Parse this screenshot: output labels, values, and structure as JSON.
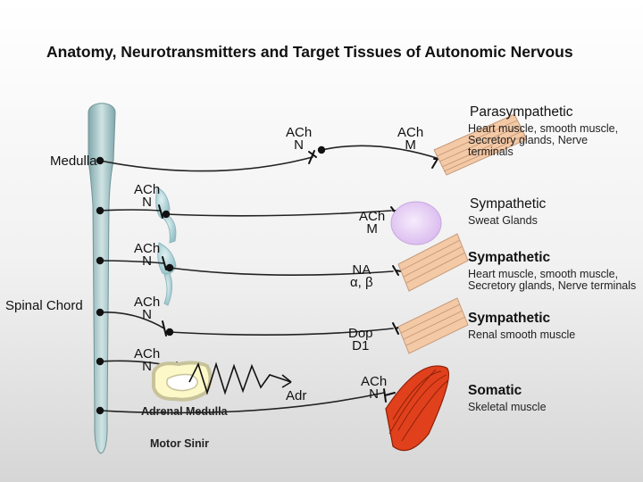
{
  "title": "Anatomy, Neurotransmitters and Target Tissues of Autonomic Nervous",
  "left_labels": {
    "medulla": "Medulla",
    "spinal_chord": "Spinal Chord"
  },
  "neuron_labels": {
    "ach_n_top": [
      "ACh",
      "N"
    ],
    "ach_m_top": [
      "ACh",
      "M"
    ],
    "ach_n_2": [
      "ACh",
      "N"
    ],
    "ach_m_2": [
      "ACh",
      "M"
    ],
    "ach_n_3": [
      "ACh",
      "N"
    ],
    "na_ab": [
      "NA",
      "α, β"
    ],
    "ach_n_4": [
      "ACh",
      "N"
    ],
    "dop_d1": [
      "Dop",
      "D1"
    ],
    "ach_n_5": [
      "ACh",
      "N"
    ],
    "adr": "Adr",
    "ach_n_somatic": [
      "ACh",
      "N"
    ]
  },
  "structures": {
    "adrenal_medulla": "Adrenal Medulla",
    "motor_sinir": "Motor Sinir"
  },
  "divisions": [
    {
      "heading": "Parasympathetic",
      "bold": false,
      "targets": "Heart muscle, smooth muscle, Secretory glands, Nerve terminals"
    },
    {
      "heading": "Sympathetic",
      "bold": false,
      "targets": "Sweat Glands"
    },
    {
      "heading": "Sympathetic",
      "bold": true,
      "targets": "Heart muscle, smooth muscle, Secretory glands, Nerve terminals"
    },
    {
      "heading": "Sympathetic",
      "bold": true,
      "targets": "Renal smooth muscle"
    },
    {
      "heading": "Somatic",
      "bold": true,
      "targets": "Skeletal muscle"
    }
  ],
  "colors": {
    "spinal_cord": "#a9c6c8",
    "ganglion": "#a9d0d6",
    "smooth_muscle": "#f4c9a6",
    "gland": "#e4ccf4",
    "skeletal_muscle": "#e1401c",
    "adrenal": "#fcf8c8"
  }
}
